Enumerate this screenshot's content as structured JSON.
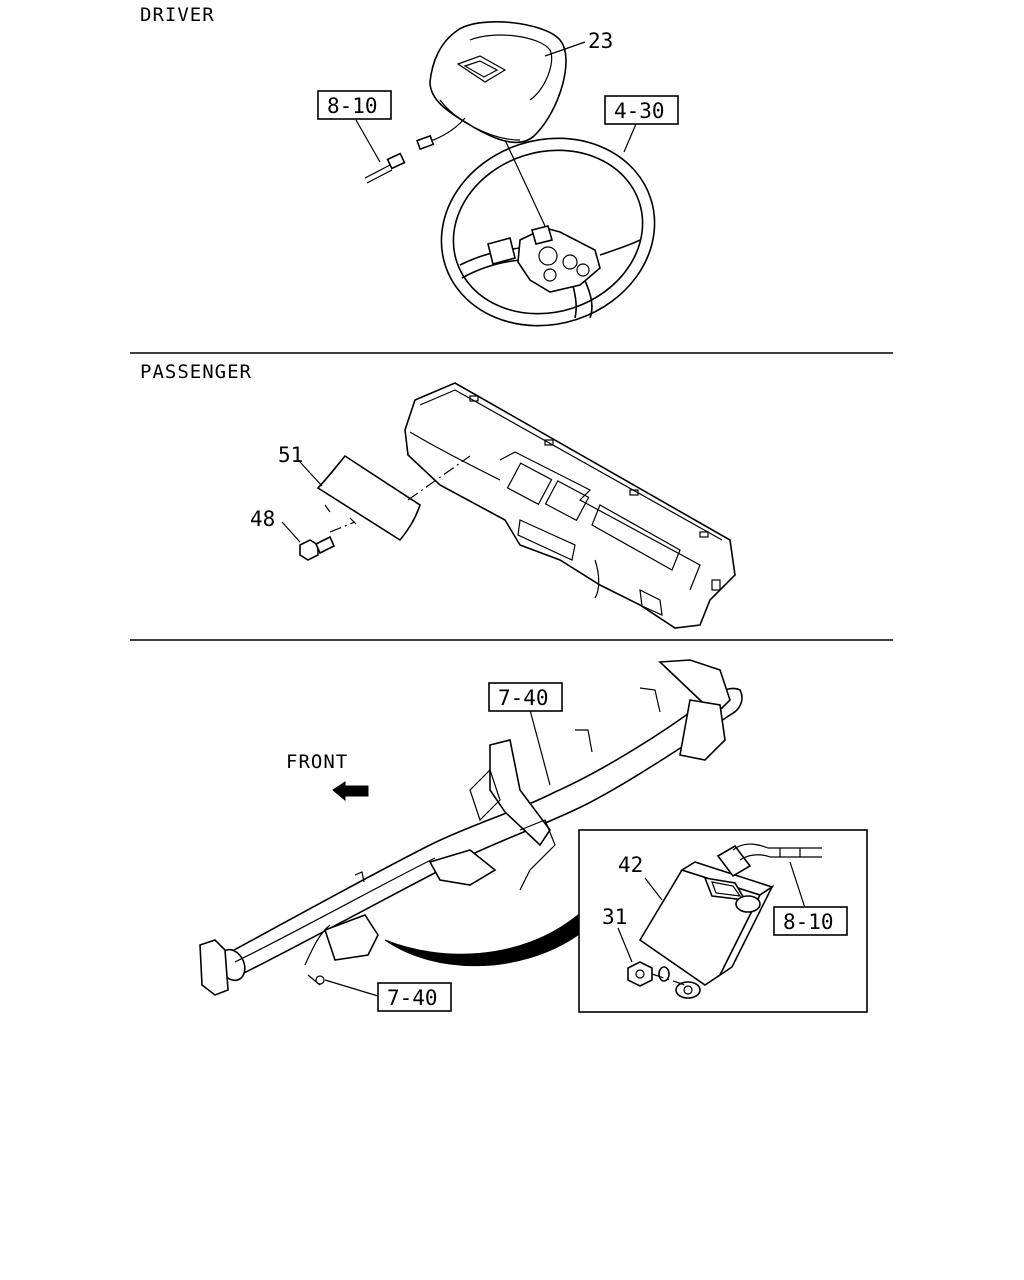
{
  "sections": {
    "driver": "DRIVER",
    "passenger": "PASSENGER"
  },
  "labels": {
    "front": "FRONT",
    "ref_8_10_top": "8-10",
    "ref_4_30": "4-30",
    "part_23": "23",
    "part_51": "51",
    "part_48": "48",
    "ref_7_40_top": "7-40",
    "ref_7_40_bottom": "7-40",
    "part_42": "42",
    "part_31": "31",
    "ref_8_10_inset": "8-10"
  }
}
